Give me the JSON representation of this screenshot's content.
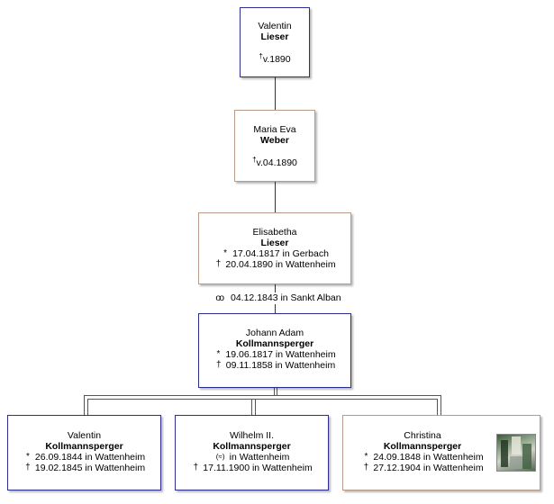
{
  "persons": {
    "valentin_lieser": {
      "first": "Valentin",
      "last": "Lieser",
      "death": "v.1890"
    },
    "maria_eva_weber": {
      "first": "Maria Eva",
      "last": "Weber",
      "death": "v.04.1890"
    },
    "elisabetha_lieser": {
      "first": "Elisabetha",
      "last": "Lieser",
      "birth": "17.04.1817 in Gerbach",
      "death": "20.04.1890 in Wattenheim"
    },
    "johann_adam": {
      "first": "Johann Adam",
      "last": "Kollmannsperger",
      "birth": "19.06.1817 in Wattenheim",
      "death": "09.11.1858 in Wattenheim"
    },
    "valentin_k": {
      "first": "Valentin",
      "last": "Kollmannsperger",
      "birth": "26.09.1844 in Wattenheim",
      "death": "19.02.1845 in Wattenheim"
    },
    "wilhelm": {
      "first": "Wilhelm II.",
      "last": "Kollmannsperger",
      "christening": "in Wattenheim",
      "death": "17.11.1900 in Wattenheim"
    },
    "christina": {
      "first": "Christina",
      "last": "Kollmannsperger",
      "birth": "24.09.1848 in Wattenheim",
      "death": "27.12.1904 in Wattenheim"
    }
  },
  "marriage": {
    "text": "04.12.1843 in Sankt Alban"
  },
  "symbols": {
    "birth": "*",
    "death": "†",
    "marriage": "oo",
    "christening": "(≈)"
  },
  "colors": {
    "male_border": "#2b2f8a",
    "female_border": "#b89b86",
    "connector": "#333333"
  }
}
